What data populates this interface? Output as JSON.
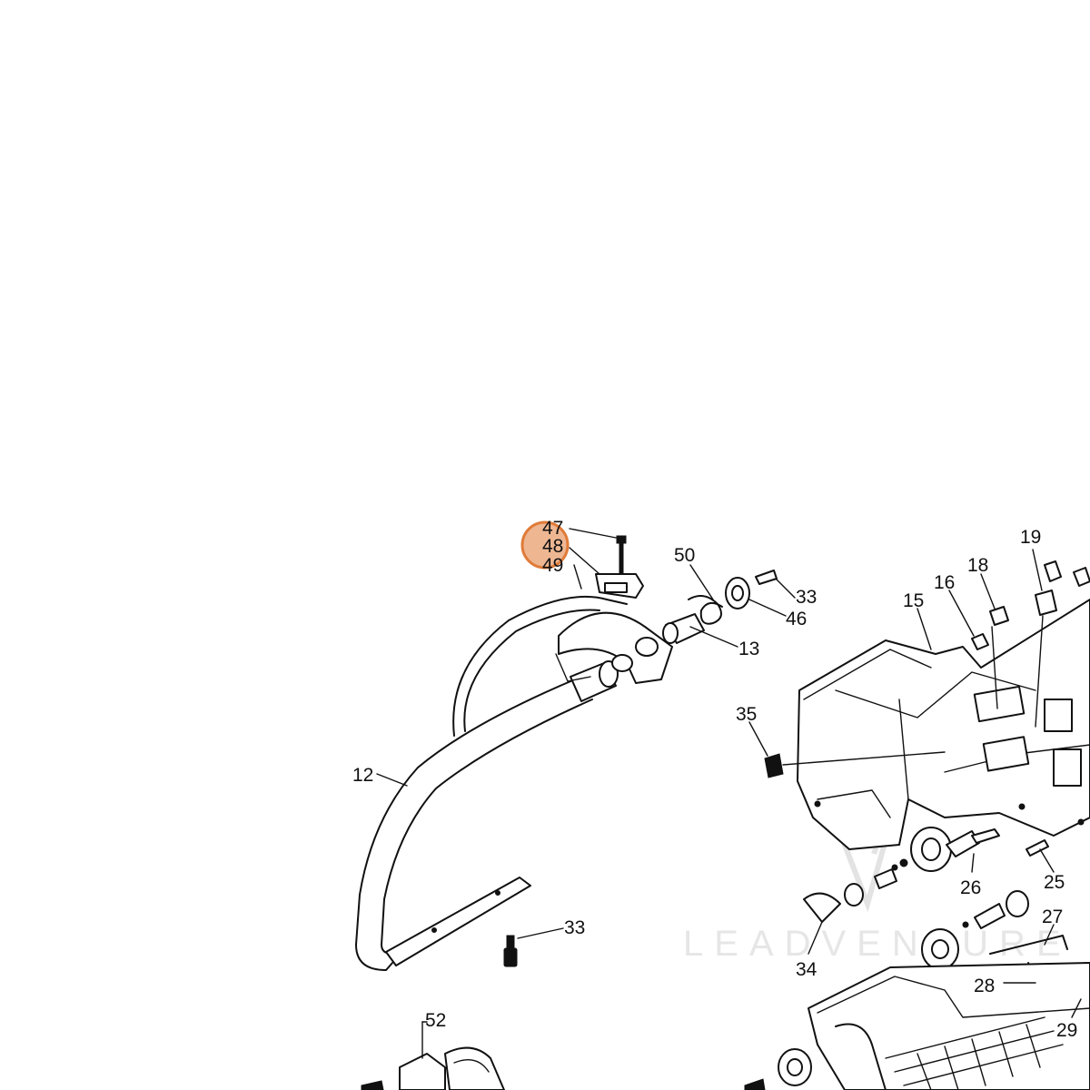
{
  "diagram": {
    "part_numbers": [
      "47",
      "48",
      "49",
      "50",
      "33",
      "46",
      "13",
      "12",
      "35",
      "15",
      "16",
      "18",
      "19",
      "26",
      "25",
      "34",
      "27",
      "28",
      "29",
      "52"
    ],
    "watermark": "LEADVENTURE",
    "highlight_color": "#e07b39"
  }
}
